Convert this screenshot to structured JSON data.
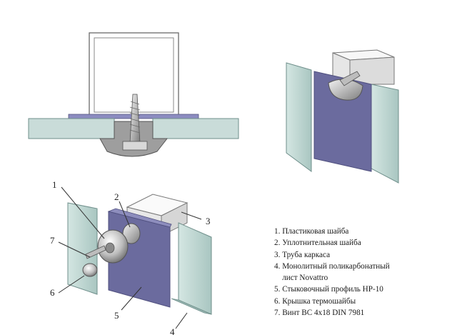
{
  "callouts": [
    "1",
    "2",
    "3",
    "4",
    "5",
    "6",
    "7"
  ],
  "legend": [
    "1. Пластиковая шайба",
    "2. Уплотнительная шайба",
    "3. Труба каркаса",
    "4. Монолитный поликарбонатный",
    "    лист Novattro",
    "5. Стыковочный профиль НР-10",
    "6. Крышка термошайбы",
    "7. Винт ВС 4х18 DIN 7981"
  ],
  "colors": {
    "glass": "#b9d3cf",
    "glass_edge": "#6f8f8b",
    "profile": "#6b6b9e",
    "profile_dark": "#4f4f7e",
    "metal": "#c8c8c8",
    "pipe": "#f4f4f4"
  }
}
